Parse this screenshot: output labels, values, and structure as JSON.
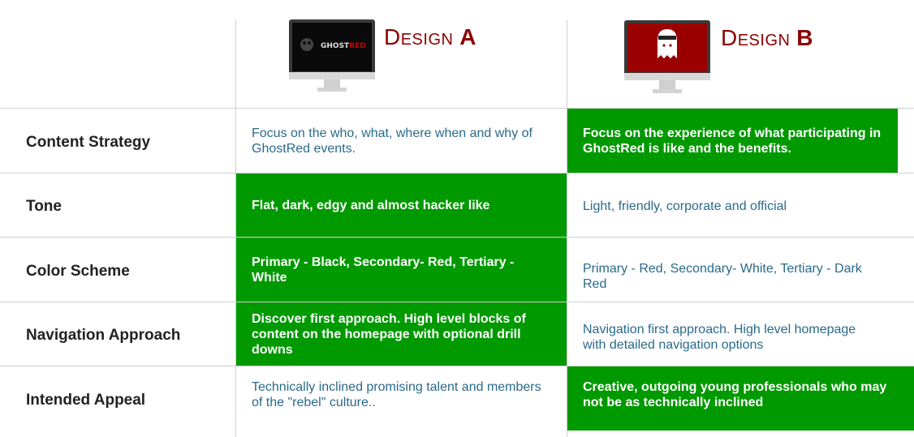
{
  "designs": {
    "a": {
      "title_prefix": "Design",
      "title_letter": "A",
      "screen_logo": "GHOSTRED",
      "screen_color": "#0a0a0a"
    },
    "b": {
      "title_prefix": "Design",
      "title_letter": "B",
      "screen_color": "#9a0000"
    }
  },
  "colors": {
    "accent_green": "#009900",
    "title_red": "#8b0000",
    "plain_text": "#2a6a8a"
  },
  "rows": [
    {
      "label": "Content Strategy",
      "a": "Focus on the who, what, where when and why of GhostRed events.",
      "b": "Focus on the experience of what participating in GhostRed is like and the benefits."
    },
    {
      "label": "Tone",
      "a": "Flat, dark, edgy and almost hacker like",
      "b": "Light, friendly, corporate and official"
    },
    {
      "label": "Color Scheme",
      "a": "Primary - Black, Secondary- Red, Tertiary - White",
      "b": "Primary - Red, Secondary- White, Tertiary - Dark Red"
    },
    {
      "label": "Navigation Approach",
      "a": "Discover first approach.  High level blocks of content on the homepage with optional drill downs",
      "b": "Navigation first approach.  High level homepage with detailed navigation options"
    },
    {
      "label": "Intended Appeal",
      "a": "Technically inclined promising talent and members of the \"rebel\" culture..",
      "b": "Creative, outgoing young professionals who may not be as technically inclined"
    }
  ]
}
